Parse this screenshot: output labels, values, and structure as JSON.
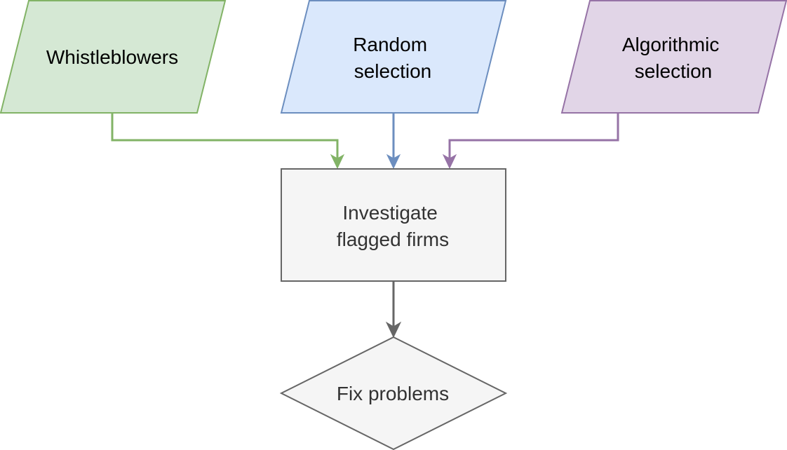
{
  "nodes": {
    "whistleblowers": {
      "lines": [
        "Whistleblowers"
      ],
      "fill": "#d5e8d4",
      "stroke": "#82b366",
      "text_color": "#000000"
    },
    "random_selection": {
      "lines": [
        "Random",
        "selection"
      ],
      "fill": "#dae8fc",
      "stroke": "#6c8ebf",
      "text_color": "#000000"
    },
    "algorithmic_selection": {
      "lines": [
        "Algorithmic",
        "selection"
      ],
      "fill": "#e1d5e7",
      "stroke": "#9673a6",
      "text_color": "#000000"
    },
    "investigate": {
      "lines": [
        "Investigate",
        "flagged firms"
      ],
      "fill": "#f5f5f5",
      "stroke": "#666666",
      "text_color": "#333333"
    },
    "fix_problems": {
      "lines": [
        "Fix problems"
      ],
      "fill": "#f5f5f5",
      "stroke": "#666666",
      "text_color": "#333333"
    }
  },
  "edges": {
    "whistleblowers_to_investigate": {
      "color": "#82b366"
    },
    "random_to_investigate": {
      "color": "#6c8ebf"
    },
    "algorithmic_to_investigate": {
      "color": "#9673a6"
    },
    "investigate_to_fix": {
      "color": "#666666"
    }
  }
}
